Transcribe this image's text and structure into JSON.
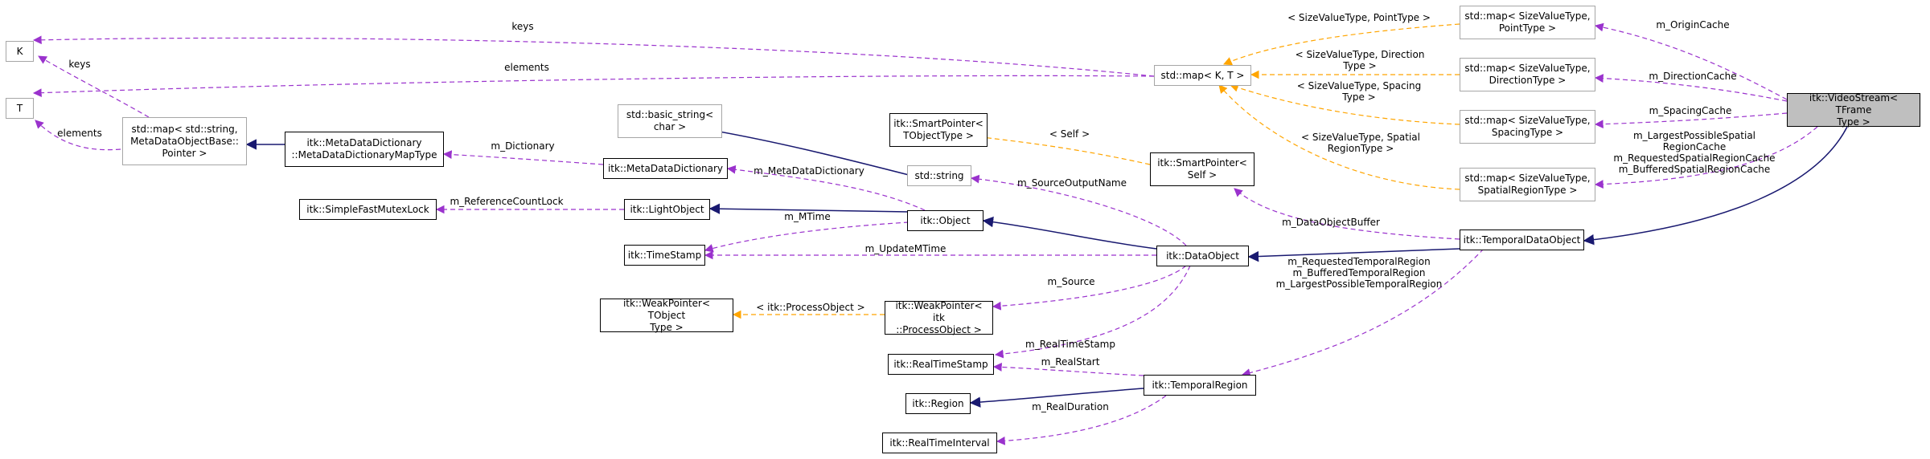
{
  "nodes": {
    "K": "K",
    "T": "T",
    "std_map_string": "std::map< std::string,\nMetaDataObjectBase::\nPointer >",
    "dict_map_type": "itk::MetaDataDictionary\n::MetaDataDictionaryMapType",
    "basic_string": "std::basic_string<\nchar >",
    "metadata_dictionary": "itk::MetaDataDictionary",
    "simple_fast_mutex_lock": "itk::SimpleFastMutexLock",
    "light_object": "itk::LightObject",
    "time_stamp": "itk::TimeStamp",
    "weak_pointer_tobject": "itk::WeakPointer< TObject\nType >",
    "smart_pointer_tobject": "itk::SmartPointer<\nTObjectType >",
    "std_string": "std::string",
    "itk_object": "itk::Object",
    "weak_pointer_process": "itk::WeakPointer< itk\n::ProcessObject >",
    "real_time_stamp": "itk::RealTimeStamp",
    "itk_region": "itk::Region",
    "real_time_interval": "itk::RealTimeInterval",
    "std_map_kt": "std::map< K, T >",
    "smart_pointer_self": "itk::SmartPointer<\nSelf >",
    "data_object": "itk::DataObject",
    "temporal_region": "itk::TemporalRegion",
    "map_point": "std::map< SizeValueType,\nPointType >",
    "map_direction": "std::map< SizeValueType,\nDirectionType >",
    "map_spacing": "std::map< SizeValueType,\nSpacingType >",
    "map_spatial_region": "std::map< SizeValueType,\nSpatialRegionType >",
    "temporal_data_object": "itk::TemporalDataObject",
    "video_stream": "itk::VideoStream< TFrame\nType >"
  },
  "edge_labels": {
    "keys_top": "keys",
    "elements_top": "elements",
    "keys_left": "keys",
    "elements_left": "elements",
    "m_dictionary": "m_Dictionary",
    "m_metadata_dictionary": "m_MetaDataDictionary",
    "m_reference_count_lock": "m_ReferenceCountLock",
    "m_mtime": "m_MTime",
    "m_update_mtime": "m_UpdateMTime",
    "process_object": "< itk::ProcessObject >",
    "self": "< Self >",
    "m_source_output_name": "m_SourceOutputName",
    "m_source": "m_Source",
    "m_real_time_stamp": "m_RealTimeStamp",
    "m_real_start": "m_RealStart",
    "m_real_duration": "m_RealDuration",
    "m_data_object_buffer": "m_DataObjectBuffer",
    "temporal_regions": "m_RequestedTemporalRegion\nm_BufferedTemporalRegion\nm_LargestPossibleTemporalRegion",
    "point_type": "< SizeValueType, PointType >",
    "direction_type": "< SizeValueType, Direction\nType >",
    "spacing_type": "< SizeValueType, Spacing\nType >",
    "spatial_region_type": "< SizeValueType, Spatial\nRegionType >",
    "m_origin_cache": "m_OriginCache",
    "m_direction_cache": "m_DirectionCache",
    "m_spacing_cache": "m_SpacingCache",
    "spatial_region_caches": "m_LargestPossibleSpatial\nRegionCache\nm_RequestedSpatialRegionCache\nm_BufferedSpatialRegionCache"
  },
  "colors": {
    "usage": "#9a32cd",
    "inheritance": "#191970",
    "template": "#ffa500",
    "grey_border": "#a6a6a6",
    "current_fill": "#bfbfbf"
  }
}
